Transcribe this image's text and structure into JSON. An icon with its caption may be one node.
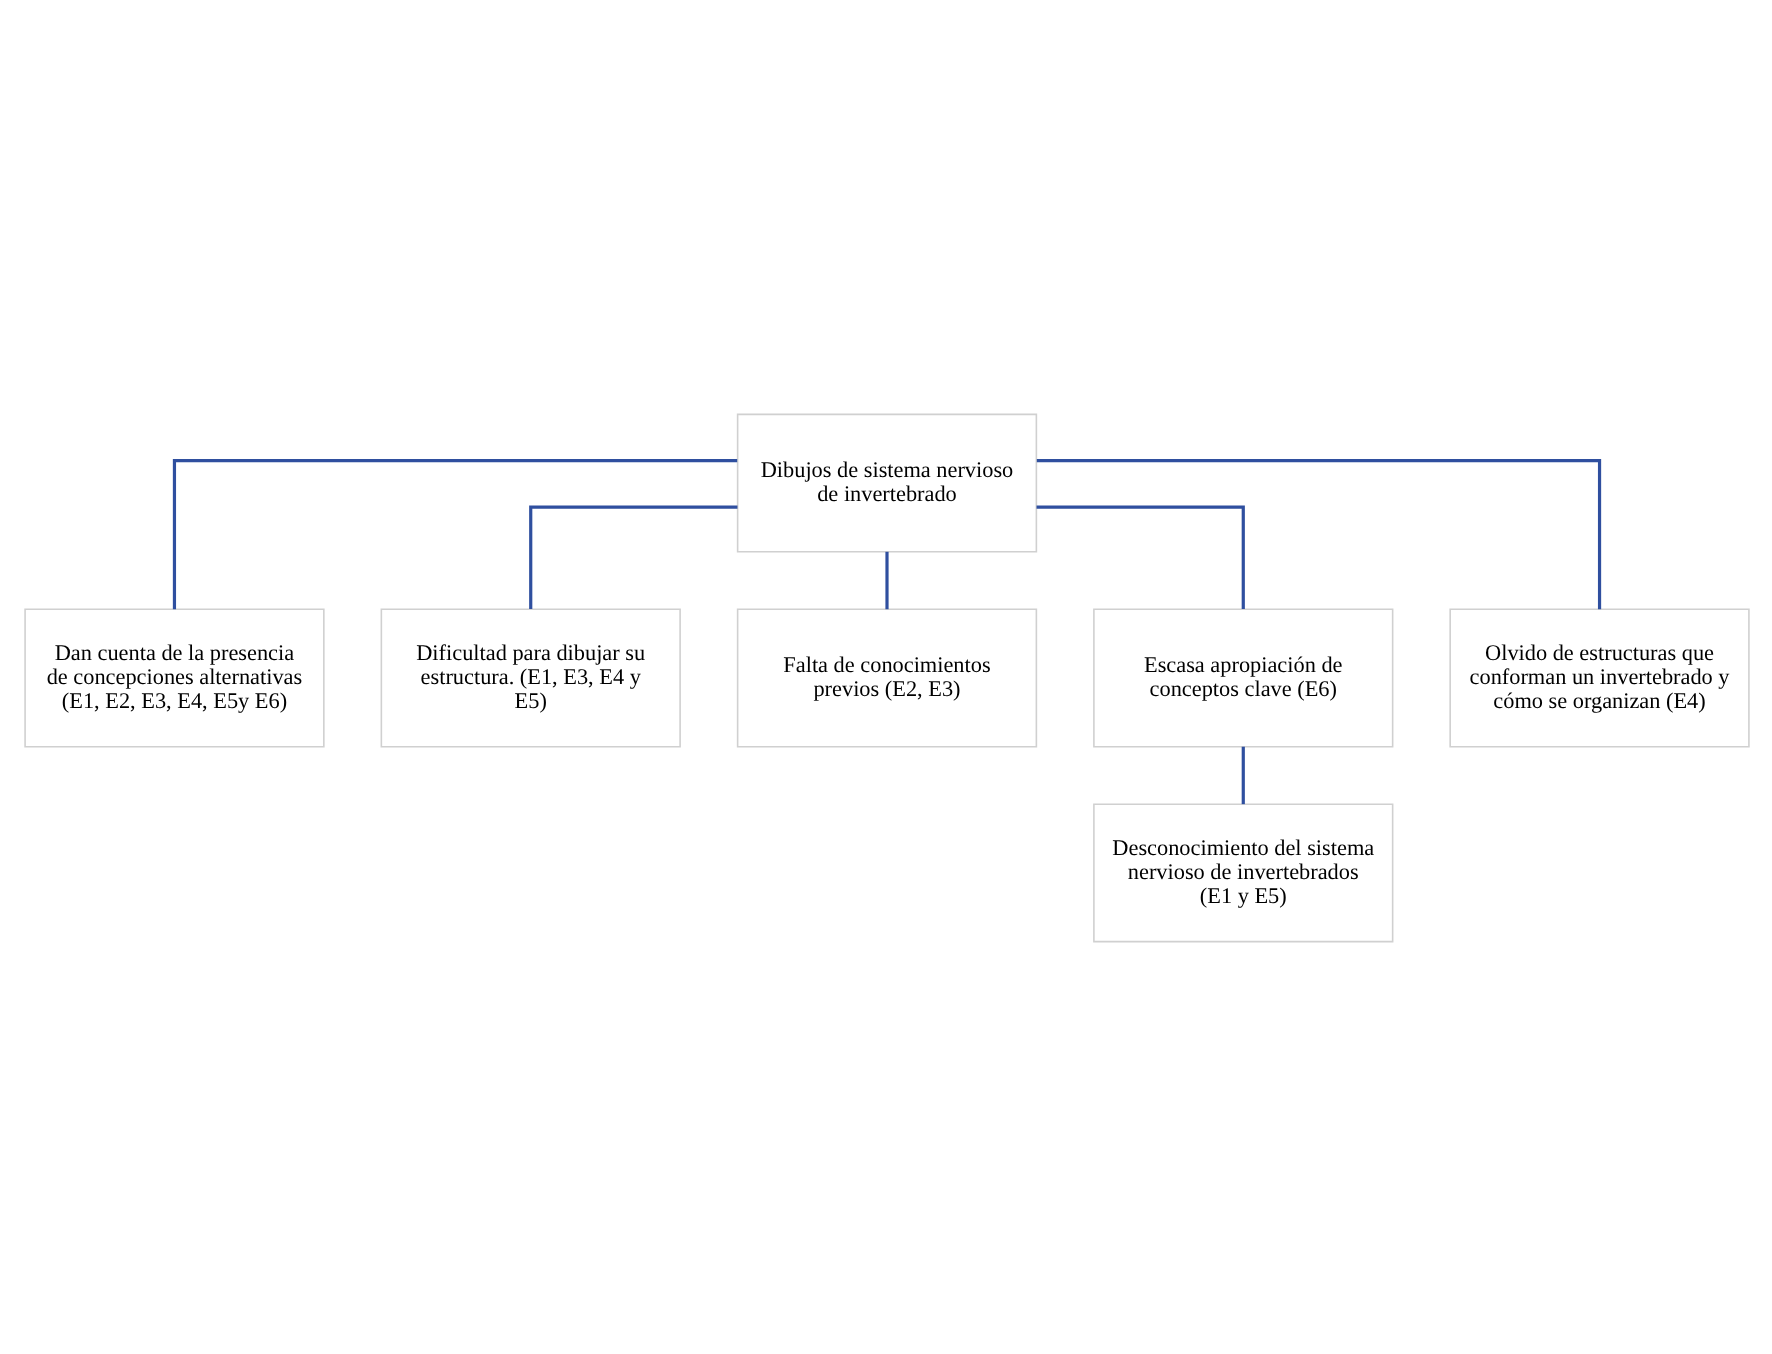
{
  "diagram": {
    "nodes": [
      {
        "text": [
          "Dibujos de sistema nervioso de invertebrado"
        ]
      },
      {
        "text": [
          "Dan cuenta de la presencia de concepciones alternativas (E1, E2, E3, E4, E5y E6)"
        ]
      },
      {
        "text": [
          "Dificultad para dibujar su estructura. (E1, E3, E4 y E5)"
        ]
      },
      {
        "text": [
          "Falta de conocimientos previos (E2, E3)"
        ]
      },
      {
        "text": [
          "Escasa apropiación de conceptos clave (E6)"
        ]
      },
      {
        "text": [
          "Olvido de estructuras que conforman un invertebrado y cómo se organizan (E4)"
        ]
      },
      {
        "text": [
          "Desconocimiento del sistema nervioso de invertebrados (E1 y E5)"
        ]
      }
    ],
    "edges": [
      {
        "from": 0,
        "to": 1,
        "arrow": "none"
      },
      {
        "from": 0,
        "to": 2,
        "arrow": "none"
      },
      {
        "from": 0,
        "to": 3,
        "arrow": "none"
      },
      {
        "from": 0,
        "to": 4,
        "arrow": "none"
      },
      {
        "from": 0,
        "to": 5,
        "arrow": "none"
      },
      {
        "from": 4,
        "to": 6,
        "arrow": "none"
      }
    ]
  }
}
